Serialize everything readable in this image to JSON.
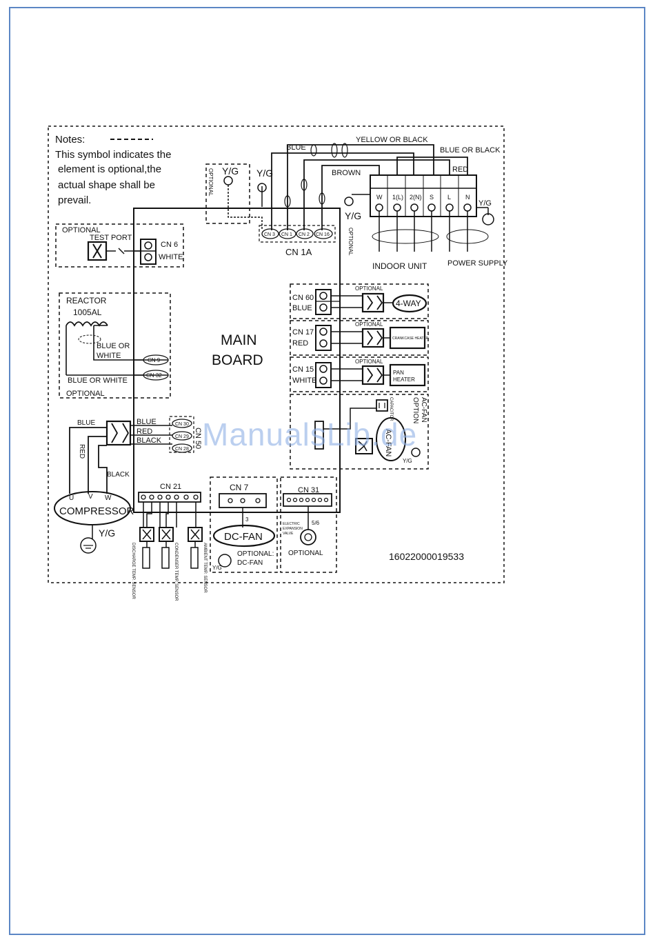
{
  "notes": {
    "title": "Notes:",
    "line1": "This symbol indicates the",
    "line2": "element is  optional,the",
    "line3": "actual shape shall be",
    "line4": "prevail."
  },
  "wire_labels": {
    "yellow_or_black": "YELLOW OR BLACK",
    "blue_top": "BLUE",
    "brown": "BROWN",
    "blue_or_black": "BLUE OR BLACK",
    "red_top": "RED",
    "yg_1": "Y/G",
    "yg_2": "Y/G",
    "yg_3": "Y/G",
    "yg_4": "Y/G",
    "optional_vertical_1": "OPTIONAL",
    "optional_vertical_2": "OPTIONAL"
  },
  "terminal": {
    "labels": [
      "W",
      "1(L)",
      "2(N)",
      "S",
      "L",
      "N"
    ],
    "indoor_unit": "INDOOR UNIT",
    "power_supply": "POWER SUPPLY"
  },
  "cn1a": {
    "connectors": [
      "CN 3",
      "CN 1",
      "CN 2",
      "CN 16"
    ],
    "title": "CN 1A"
  },
  "test_port": {
    "optional": "OPTIONAL",
    "label": "TEST PORT",
    "cn": "CN 6",
    "color": "WHITE"
  },
  "reactor": {
    "title": "REACTOR",
    "model": "1005AL",
    "wire1": "BLUE OR",
    "wire1b": "WHITE",
    "wire2": "BLUE OR WHITE",
    "cn9": "CN 9",
    "cn32": "CN 32",
    "optional": "OPTIONAL"
  },
  "main_board": {
    "line1": "MAIN",
    "line2": "BOARD"
  },
  "right_blocks": [
    {
      "cn": "CN 60",
      "color": "BLUE",
      "optional": "OPTIONAL",
      "device": "4-WAY"
    },
    {
      "cn": "CN 17",
      "color": "RED",
      "optional": "OPTIONAL",
      "device": "CRANKCASE HEATER"
    },
    {
      "cn": "CN 15",
      "color": "WHITE",
      "optional": "OPTIONAL",
      "device_line1": "PAN",
      "device_line2": "HEATER"
    }
  ],
  "ac_fan": {
    "option": "OPTION",
    "fan": "AC-FAN",
    "capacitor": "CAPACITOR",
    "fan_label": "AC-FAN",
    "yg": "Y/G"
  },
  "compressor": {
    "cn_group": "CN 50",
    "cn30": "CN 30",
    "cn29": "CN 29",
    "cn28": "CN 28",
    "wire_blue": "BLUE",
    "wire_red": "RED",
    "wire_black": "BLACK",
    "lead_blue": "BLUE",
    "lead_red": "RED",
    "lead_black": "BLACK",
    "u": "U",
    "v": "V",
    "w": "W",
    "label": "COMPRESSOR",
    "yg": "Y/G"
  },
  "cn21": {
    "title": "CN 21",
    "sensors": [
      "DISCHARGE TEMP. SENSOR",
      "CONDENSER TEMP. SENSOR",
      "AMBIENT TEMP. SENSOR"
    ]
  },
  "dc_fan": {
    "cn": "CN 7",
    "pins": "3",
    "label": "DC-FAN",
    "optional1": "OPTIONAL:",
    "optional2": "DC-FAN",
    "yg": "Y/G"
  },
  "cn31": {
    "title": "CN 31",
    "pins": "5/6",
    "valve1": "ELECTRIC",
    "valve2": "EXPANSION",
    "valve3": "VALVE",
    "optional": "OPTIONAL"
  },
  "part_number": "16022000019533",
  "watermark": "ManualsLib.de",
  "colors": {
    "frame": "#5b86c4",
    "line": "#111111",
    "watermark": "#8fb0e6"
  }
}
